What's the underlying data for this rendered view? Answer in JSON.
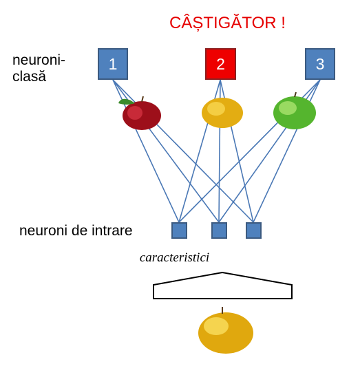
{
  "title": "CÂȘTIGĂTOR !",
  "class_neurons_label": [
    "neuroni-",
    "clasă"
  ],
  "input_neurons_label": "neuroni de intrare",
  "features_label": "caracteristici",
  "class_neurons": [
    {
      "label": "1",
      "winner": false
    },
    {
      "label": "2",
      "winner": true
    },
    {
      "label": "3",
      "winner": false
    }
  ],
  "input_neurons_count": 3,
  "fruit_icons": [
    "red-apple-icon",
    "yellow-apple-icon",
    "green-apple-icon"
  ],
  "input_fruit_icon": "yellow-apple-icon",
  "colors": {
    "neuron_fill": "#4f81bd",
    "winner_fill": "#ee0000",
    "title": "#e60000",
    "connection": "#4a78b5"
  }
}
